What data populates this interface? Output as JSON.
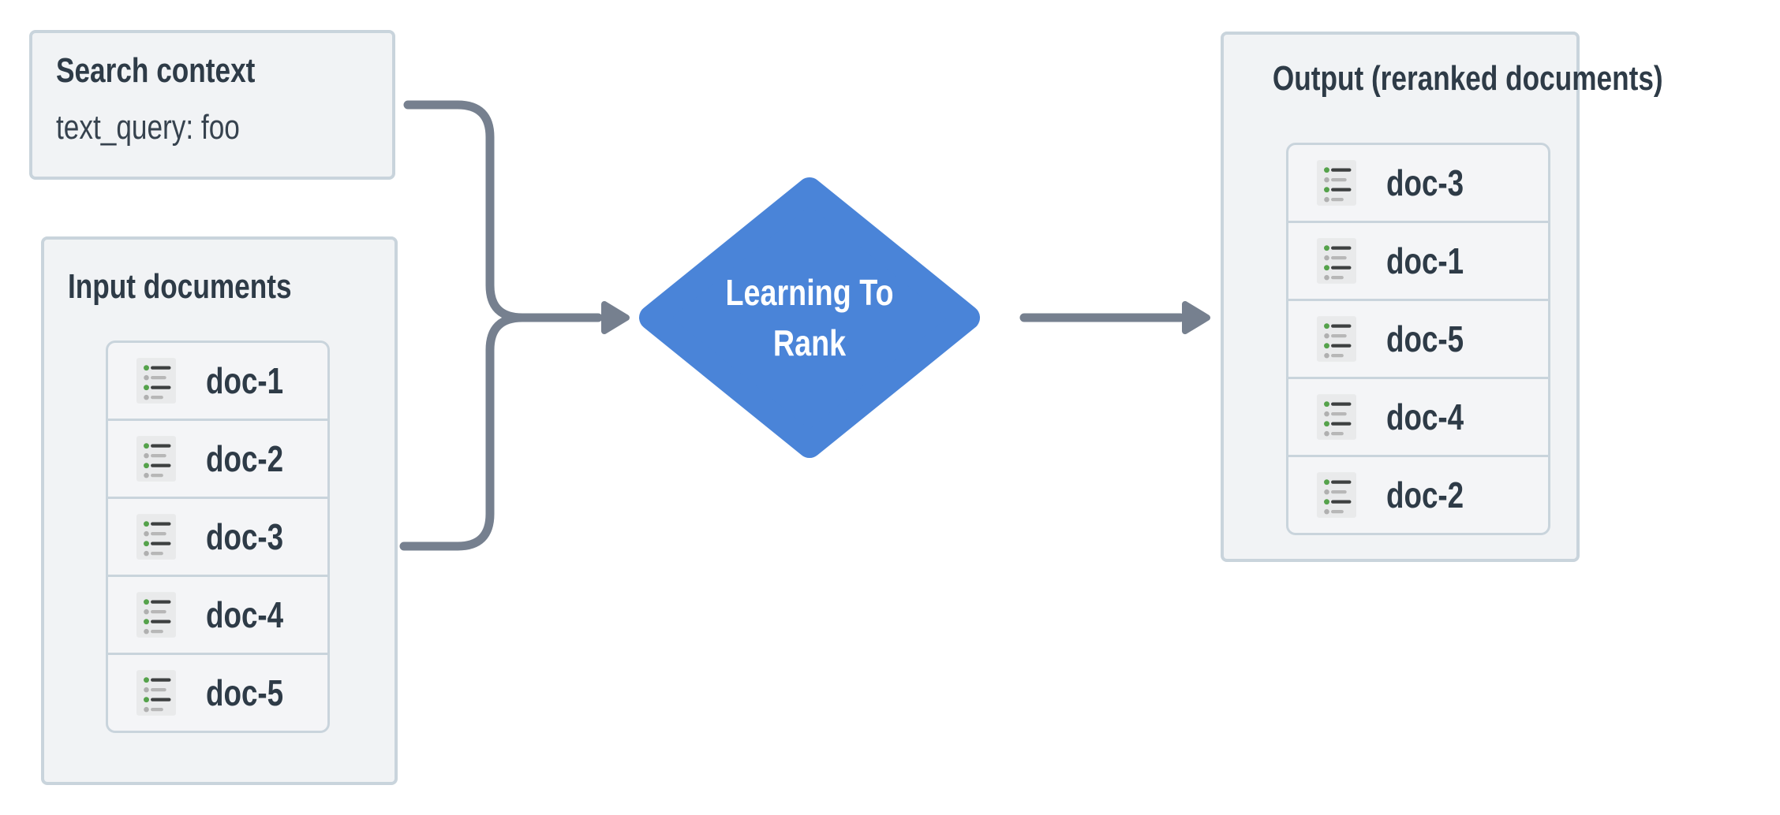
{
  "search_context": {
    "title": "Search context",
    "query": "text_query: foo"
  },
  "input_panel": {
    "title": "Input documents",
    "docs": [
      "doc-1",
      "doc-2",
      "doc-3",
      "doc-4",
      "doc-5"
    ]
  },
  "process_node": {
    "label": "Learning To Rank"
  },
  "output_panel": {
    "title": "Output (reranked documents)",
    "docs": [
      "doc-3",
      "doc-1",
      "doc-5",
      "doc-4",
      "doc-2"
    ]
  },
  "icons": {
    "doc_icon": "list-document-icon"
  },
  "colors": {
    "node_blue": "#4a84d8",
    "connector_gray": "#76808f",
    "panel_bg": "#f1f3f5",
    "panel_border": "#c9d4dc",
    "row_bg": "#f4f5f7",
    "text_dark": "#2e3b47",
    "icon_bg": "#e9eaeb",
    "icon_green": "#55a24b",
    "icon_gray": "#b0b0b0",
    "node_text": "#ffffff"
  }
}
